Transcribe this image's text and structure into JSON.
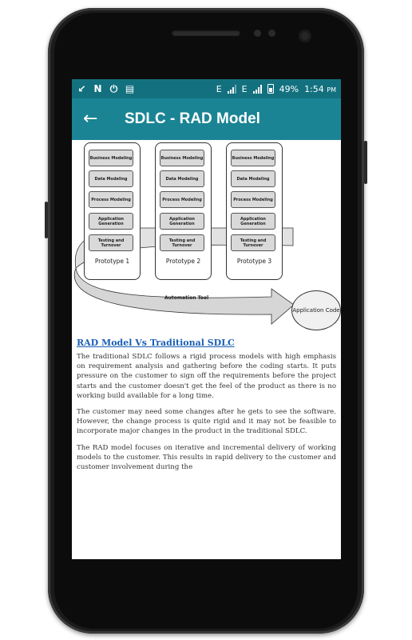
{
  "status_bar": {
    "network_label": "E",
    "network_label_2": "E",
    "battery_percent": "49%",
    "time": "1:54",
    "time_suffix": "PM"
  },
  "app_bar": {
    "title": "SDLC - RAD Model"
  },
  "diagram": {
    "prototypes": [
      {
        "label": "Prototype 1",
        "steps": [
          "Business Modeling",
          "Data Modeling",
          "Process Modeling",
          "Application Generation",
          "Testing and Turnover"
        ]
      },
      {
        "label": "Prototype 2",
        "steps": [
          "Business Modeling",
          "Data Modeling",
          "Process Modeling",
          "Application Generation",
          "Testing and Turnover"
        ]
      },
      {
        "label": "Prototype 3",
        "steps": [
          "Business Modeling",
          "Data Modeling",
          "Process Modeling",
          "Application Generation",
          "Testing and Turnover"
        ]
      }
    ],
    "automation_tool": "Automation Tool",
    "app_code": "Application Code"
  },
  "article": {
    "heading": "RAD Model Vs Traditional SDLC",
    "paragraphs": [
      "The traditional SDLC follows a rigid process models with high emphasis on requirement analysis and gathering before the coding starts. It puts pressure on the customer to sign off the requirements before the project starts and the customer doesn't get the feel of the product as there is no working build available for a long time.",
      "The customer may need some changes after he gets to see the software. However, the change process is quite rigid and it may not be feasible to incorporate major changes in the product in the traditional SDLC.",
      "The RAD model focuses on iterative and incremental delivery of working models to the customer. This results in rapid delivery to the customer and customer involvement during the"
    ]
  },
  "colors": {
    "status_bar": "#13717f",
    "app_bar": "#1a8494",
    "heading_link": "#1a5fb4"
  }
}
